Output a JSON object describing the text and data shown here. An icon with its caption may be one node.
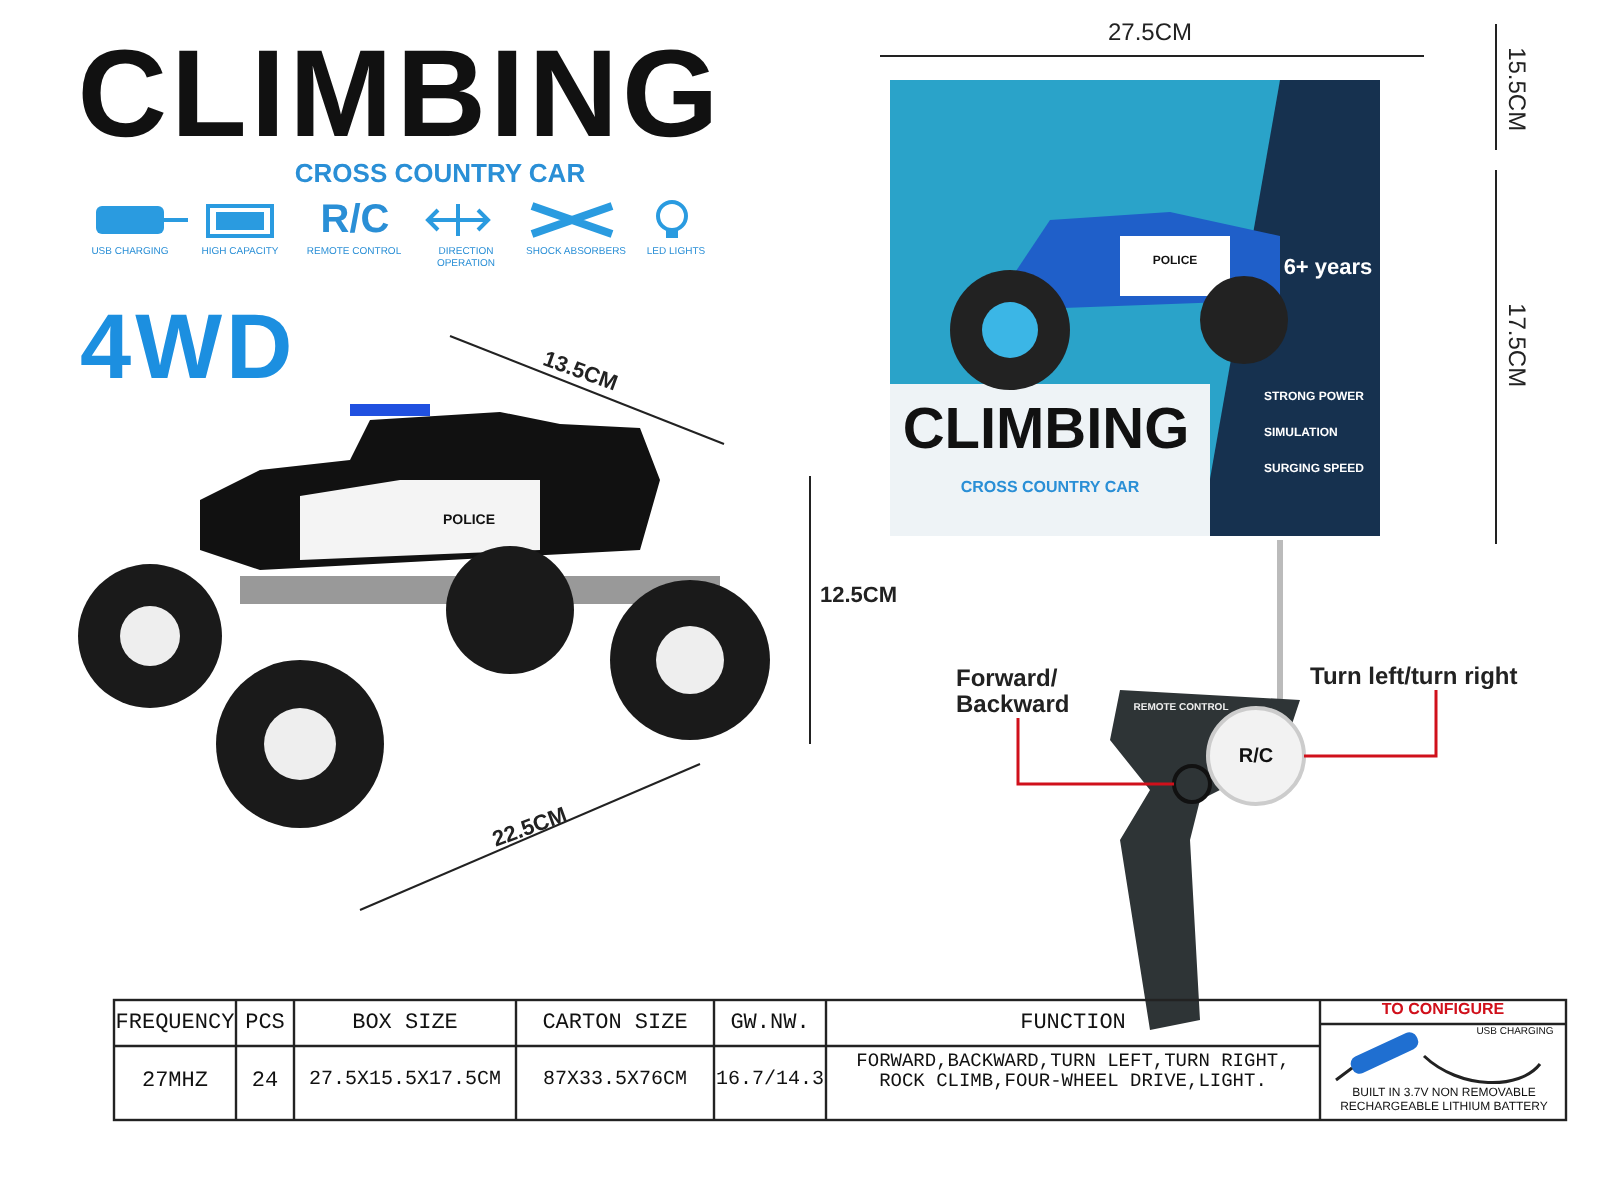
{
  "diagram": {
    "nodes": [
      {
        "text": [
          "Forward/ Backward"
        ]
      },
      {
        "text": [
          "Turn left/turn right"
        ]
      },
      {
        "text": [],
        "shape": "circle"
      },
      {
        "text": [],
        "shape": "circle"
      }
    ],
    "edges": [
      {
        "from": 0,
        "to": 2,
        "arrow": "none"
      },
      {
        "from": 1,
        "to": 3,
        "arrow": "none"
      }
    ],
    "labels": [
      "CLIMBING",
      "CROSS COUNTRY CAR",
      "USB CHARGING",
      "HIGH CAPACITY",
      "R/C",
      "REMOTE CONTROL",
      "DIRECTION OPERATION",
      "SHOCK ABSORBERS",
      "LED LIGHTS",
      "4WD",
      "13.5CM",
      "12.5CM",
      "22.5CM",
      "POLICE",
      "27.5CM",
      "15.5CM",
      "17.5CM",
      "6+ years",
      "STRONG POWER",
      "SIMULATION",
      "SURGING SPEED",
      "CLIMBING",
      "CROSS COUNTRY CAR",
      "POLICE",
      "REMOTE CONTROL",
      "R/C",
      "FREQUENCY",
      "PCS",
      "BOX SIZE",
      "CARTON SIZE",
      "GW.NW.",
      "FUNCTION",
      "TO CONFIGURE",
      "27MHZ",
      "24",
      "27.5X15.5X17.5CM",
      "87X33.5X76CM",
      "16.7/14.3",
      "FORWARD,BACKWARD,TURN LEFT,TURN RIGHT, ROCK CLIMB,FOUR-WHEEL DRIVE,LIGHT.",
      "USB CHARGING",
      "BUILT IN 3.7V NON REMOVABLE RECHARGEABLE LITHIUM BATTERY"
    ]
  }
}
